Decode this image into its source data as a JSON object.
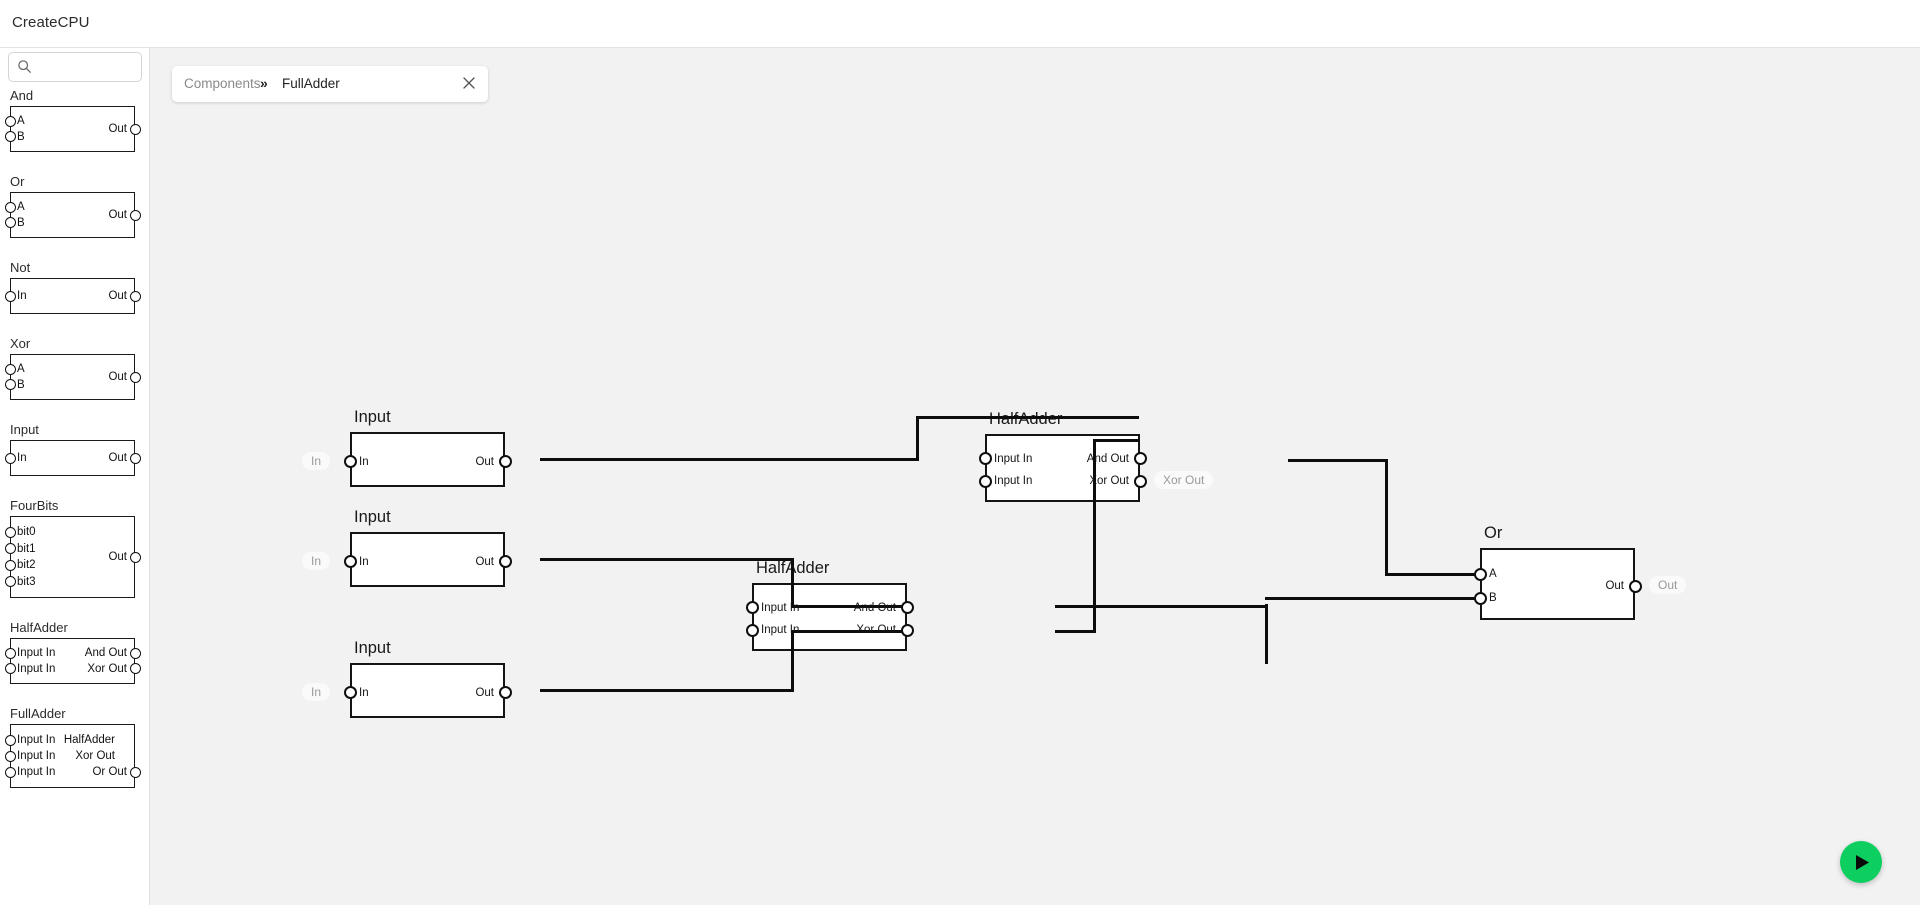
{
  "header": {
    "title": "CreateCPU"
  },
  "sidebar": {
    "search": {
      "value": "",
      "placeholder": "",
      "icon": "search-icon"
    },
    "palette": [
      {
        "name": "And",
        "inputs": [
          "A",
          "B"
        ],
        "outputs": [
          "Out"
        ]
      },
      {
        "name": "Or",
        "inputs": [
          "A",
          "B"
        ],
        "outputs": [
          "Out"
        ]
      },
      {
        "name": "Not",
        "inputs": [
          "In"
        ],
        "outputs": [
          "Out"
        ]
      },
      {
        "name": "Xor",
        "inputs": [
          "A",
          "B"
        ],
        "outputs": [
          "Out"
        ]
      },
      {
        "name": "Input",
        "inputs": [
          "In"
        ],
        "outputs": [
          "Out"
        ]
      },
      {
        "name": "FourBits",
        "inputs": [
          "bit0",
          "bit1",
          "bit2",
          "bit3"
        ],
        "outputs": [
          "Out"
        ]
      },
      {
        "name": "HalfAdder",
        "inputs": [
          "Input In",
          "Input In"
        ],
        "outputs": [
          "And Out",
          "Xor Out"
        ]
      },
      {
        "name": "FullAdder",
        "inputs": [
          "Input In",
          "Input In",
          "Input In"
        ],
        "outputs": [
          "HalfAdder",
          "Xor Out",
          "Or Out"
        ]
      }
    ]
  },
  "tab": {
    "breadcrumb_root": "Components",
    "breadcrumb_separator": "»",
    "breadcrumb_leaf": "FullAdder",
    "close_icon": "close-icon"
  },
  "canvas": {
    "background_color": "#f2f2f2",
    "nodes": [
      {
        "id": "input1",
        "title": "Input",
        "inputs": [
          "In"
        ],
        "outputs": [
          "Out"
        ],
        "ext_left": "In"
      },
      {
        "id": "input2",
        "title": "Input",
        "inputs": [
          "In"
        ],
        "outputs": [
          "Out"
        ],
        "ext_left": "In"
      },
      {
        "id": "input3",
        "title": "Input",
        "inputs": [
          "In"
        ],
        "outputs": [
          "Out"
        ],
        "ext_left": "In"
      },
      {
        "id": "halfadder_top",
        "title": "HalfAdder",
        "inputs": [
          "Input In",
          "Input In"
        ],
        "outputs": [
          "And Out",
          "Xor Out"
        ],
        "ext_right": "Xor Out"
      },
      {
        "id": "halfadder_bottom",
        "title": "HalfAdder",
        "inputs": [
          "Input In",
          "Input In"
        ],
        "outputs": [
          "And Out",
          "Xor Out"
        ]
      },
      {
        "id": "or_gate",
        "title": "Or",
        "inputs": [
          "A",
          "B"
        ],
        "outputs": [
          "Out"
        ],
        "ext_right": "Out"
      }
    ]
  },
  "run_button": {
    "icon": "play-icon",
    "color": "#0ccf5f"
  }
}
